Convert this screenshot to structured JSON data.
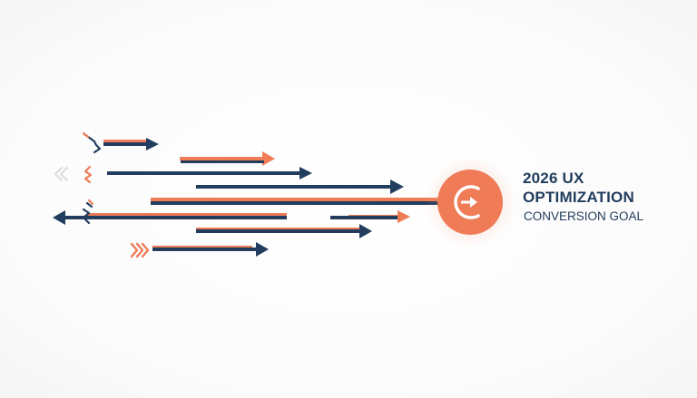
{
  "colors": {
    "navy": "#223d5e",
    "orange": "#ef7b57",
    "glow": "#f7a283"
  },
  "goal": {
    "icon": "arrow-in-circle-icon",
    "title_line_1": "2026 UX",
    "title_line_2": "OPTIMIZATION",
    "subtitle": "CONVERSION GOAL"
  }
}
